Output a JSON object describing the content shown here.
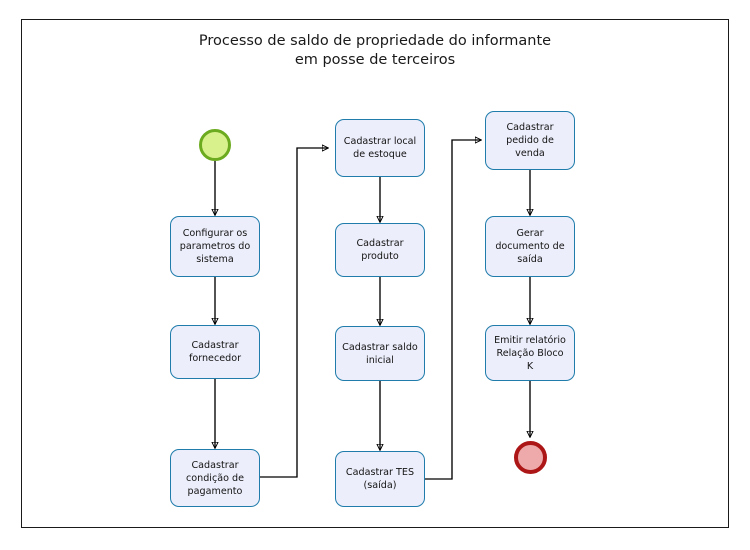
{
  "diagram": {
    "title": "Processo de saldo de propriedade do informante\nem posse de terceiros",
    "colors": {
      "node_fill": "#eceefb",
      "node_border": "#1f7cab",
      "start_fill": "#d9f18c",
      "start_border": "#6cab1f",
      "end_fill": "#eeaaaa",
      "end_border": "#ad1616",
      "frame_border": "#1a1a1a",
      "edge": "#000000"
    },
    "nodes": {
      "start": {
        "label": "",
        "shape": "circle",
        "type": "start-event"
      },
      "n1": {
        "label": "Configurar os\nparametros do\nsistema"
      },
      "n2": {
        "label": "Cadastrar\nfornecedor"
      },
      "n3": {
        "label": "Cadastrar\ncondição de\npagamento"
      },
      "n4": {
        "label": "Cadastrar local\nde estoque"
      },
      "n5": {
        "label": "Cadastrar\nproduto"
      },
      "n6": {
        "label": "Cadastrar saldo\ninicial"
      },
      "n7": {
        "label": "Cadastrar TES\n(saída)"
      },
      "n8": {
        "label": "Cadastrar\npedido de\nvenda"
      },
      "n9": {
        "label": "Gerar\ndocumento de\nsaída"
      },
      "n10": {
        "label": "Emitir relatório\nRelação Bloco\nK"
      },
      "end": {
        "label": "",
        "shape": "circle",
        "type": "end-event"
      }
    },
    "edges": [
      {
        "from": "start",
        "to": "n1",
        "style": "straight-down"
      },
      {
        "from": "n1",
        "to": "n2",
        "style": "straight-down"
      },
      {
        "from": "n2",
        "to": "n3",
        "style": "straight-down"
      },
      {
        "from": "n3",
        "to": "n4",
        "style": "right-up-right"
      },
      {
        "from": "n4",
        "to": "n5",
        "style": "straight-down"
      },
      {
        "from": "n5",
        "to": "n6",
        "style": "straight-down"
      },
      {
        "from": "n6",
        "to": "n7",
        "style": "straight-down"
      },
      {
        "from": "n7",
        "to": "n8",
        "style": "right-up-right"
      },
      {
        "from": "n8",
        "to": "n9",
        "style": "straight-down"
      },
      {
        "from": "n9",
        "to": "n10",
        "style": "straight-down"
      },
      {
        "from": "n10",
        "to": "end",
        "style": "straight-down"
      }
    ]
  }
}
